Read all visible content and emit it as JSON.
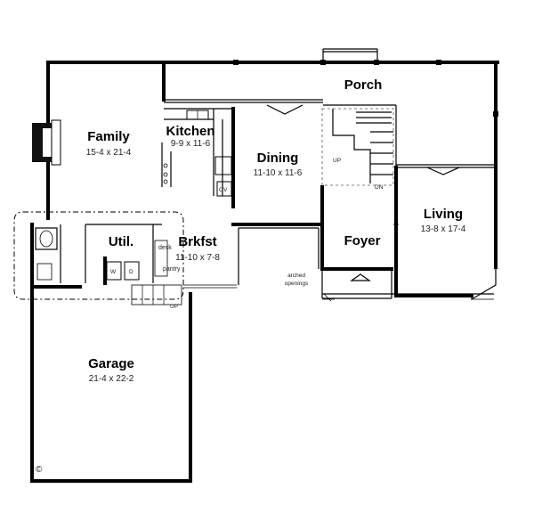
{
  "rooms": {
    "porch": {
      "name": "Porch"
    },
    "family": {
      "name": "Family",
      "dims": "15-4 x 21-4"
    },
    "kitchen": {
      "name": "Kitchen",
      "dims": "9-9 x 11-6"
    },
    "dining": {
      "name": "Dining",
      "dims": "11-10 x 11-6"
    },
    "living": {
      "name": "Living",
      "dims": "13-8 x 17-4"
    },
    "util": {
      "name": "Util."
    },
    "brkfst": {
      "name": "Brkfst",
      "dims": "11-10 x 7-8"
    },
    "foyer": {
      "name": "Foyer"
    },
    "garage": {
      "name": "Garage",
      "dims": "21-4 x 22-2"
    }
  },
  "labels": {
    "desk": "desk",
    "pantry": "pantry",
    "up_stair_main": "UP",
    "dn_stair": "DN",
    "up_garage": "UP",
    "arched_1": "arched",
    "arched_2": "openings",
    "oven": "OV",
    "washer": "W",
    "dryer": "D",
    "copyright": "©"
  }
}
